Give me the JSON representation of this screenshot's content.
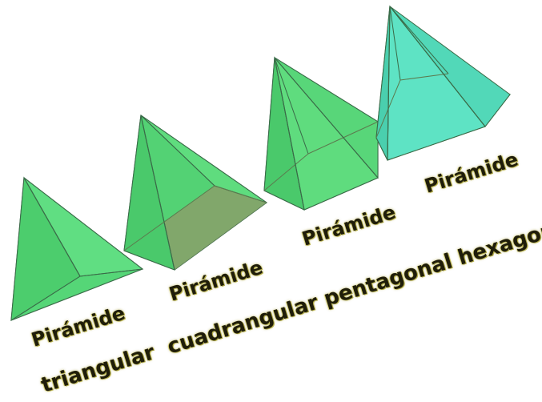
{
  "labels": {
    "pyramid_1": "Pirámide",
    "pyramid_2": "Pirámide",
    "pyramid_3": "Pirámide",
    "pyramid_4": "Pirámide",
    "types_line": "triangular  cuadrangular pentagonal hexagonal"
  },
  "colors": {
    "green_face_light": "#5fdc7e",
    "green_face_mid": "#4fcf70",
    "green_face_dark": "#3fb560",
    "base_shadow": "#8aa06a",
    "teal_face_light": "#5ee3c4",
    "teal_face_mid": "#4fd6b6",
    "edge": "#3a6b48",
    "label_text": "#1f1d0a"
  }
}
